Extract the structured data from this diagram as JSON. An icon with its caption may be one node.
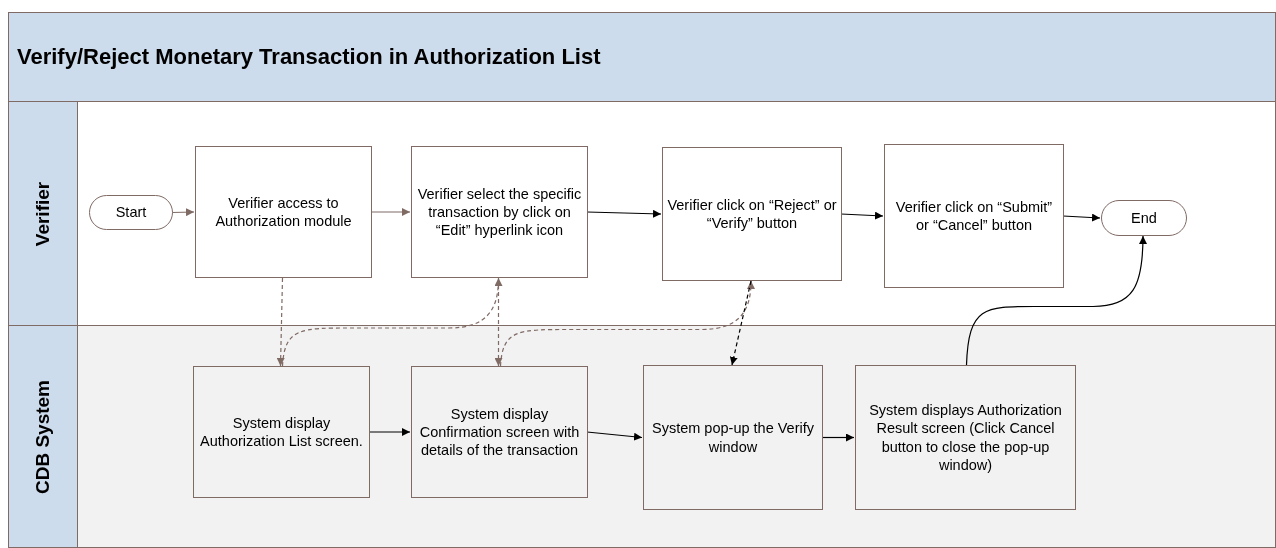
{
  "diagram": {
    "title": "Verify/Reject Monetary Transaction in Authorization List",
    "nodes": [
      {
        "text": [
          "Verifier"
        ]
      },
      {
        "text": [
          "Start"
        ],
        "in": 0
      },
      {
        "text": [
          "Verifier access to Authorization module"
        ],
        "in": 0
      },
      {
        "text": [
          "Verifier select the specific transaction by click on “Edit” hyperlink icon"
        ],
        "in": 0
      },
      {
        "text": [
          "Verifier click on “Reject” or “Verify” button"
        ],
        "in": 0
      },
      {
        "text": [
          "Verifier click on “Submit” or “Cancel” button"
        ],
        "in": 0
      },
      {
        "text": [
          "End"
        ],
        "in": 0
      },
      {
        "text": [
          "CDB System"
        ]
      },
      {
        "text": [
          "System display Authorization List screen."
        ],
        "in": 7
      },
      {
        "text": [
          "System display Confirmation screen with details of the transaction"
        ],
        "in": 7
      },
      {
        "text": [
          "System pop-up the Verify window"
        ],
        "in": 7
      },
      {
        "text": [
          "System displays Authorization Result screen (Click Cancel button to close the pop-up window)"
        ],
        "in": 7
      }
    ],
    "edges": [
      {
        "from": 1,
        "to": 2,
        "arrow": "to",
        "color": "#7f6a64"
      },
      {
        "from": 2,
        "to": 3,
        "arrow": "to",
        "color": "#7f6a64"
      },
      {
        "from": 3,
        "to": 4,
        "arrow": "to"
      },
      {
        "from": 4,
        "to": 5,
        "arrow": "to"
      },
      {
        "from": 5,
        "to": 6,
        "arrow": "to"
      },
      {
        "from": 8,
        "to": 9,
        "arrow": "to"
      },
      {
        "from": 9,
        "to": 10,
        "arrow": "to"
      },
      {
        "from": 10,
        "to": 11,
        "arrow": "to"
      },
      {
        "from": 11,
        "to": 6,
        "arrow": "to"
      },
      {
        "from": 2,
        "to": 8,
        "arrow": "to",
        "style": "dashed",
        "color": "#7f6a64"
      },
      {
        "from": 8,
        "to": 3,
        "arrow": "to",
        "style": "dashed",
        "color": "#7f6a64"
      },
      {
        "from": 3,
        "to": 9,
        "arrow": "to",
        "style": "dashed",
        "color": "#7f6a64"
      },
      {
        "from": 9,
        "to": 4,
        "arrow": "to",
        "style": "dashed",
        "color": "#7f6a64"
      },
      {
        "from": 4,
        "to": 10,
        "arrow": "to",
        "style": "dashed"
      }
    ]
  }
}
